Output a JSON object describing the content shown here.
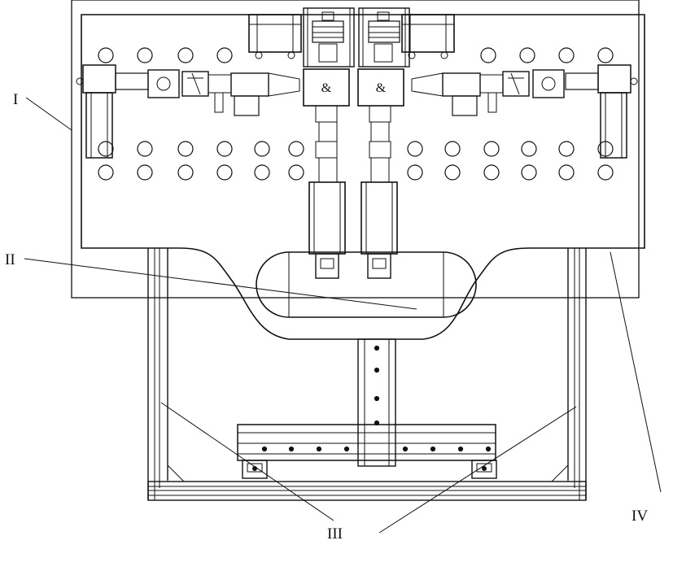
{
  "labels": {
    "part_1": "I",
    "part_2": "II",
    "part_3": "III",
    "part_4": "IV"
  },
  "colors": {
    "ink": "#111111",
    "background": "#ffffff"
  }
}
